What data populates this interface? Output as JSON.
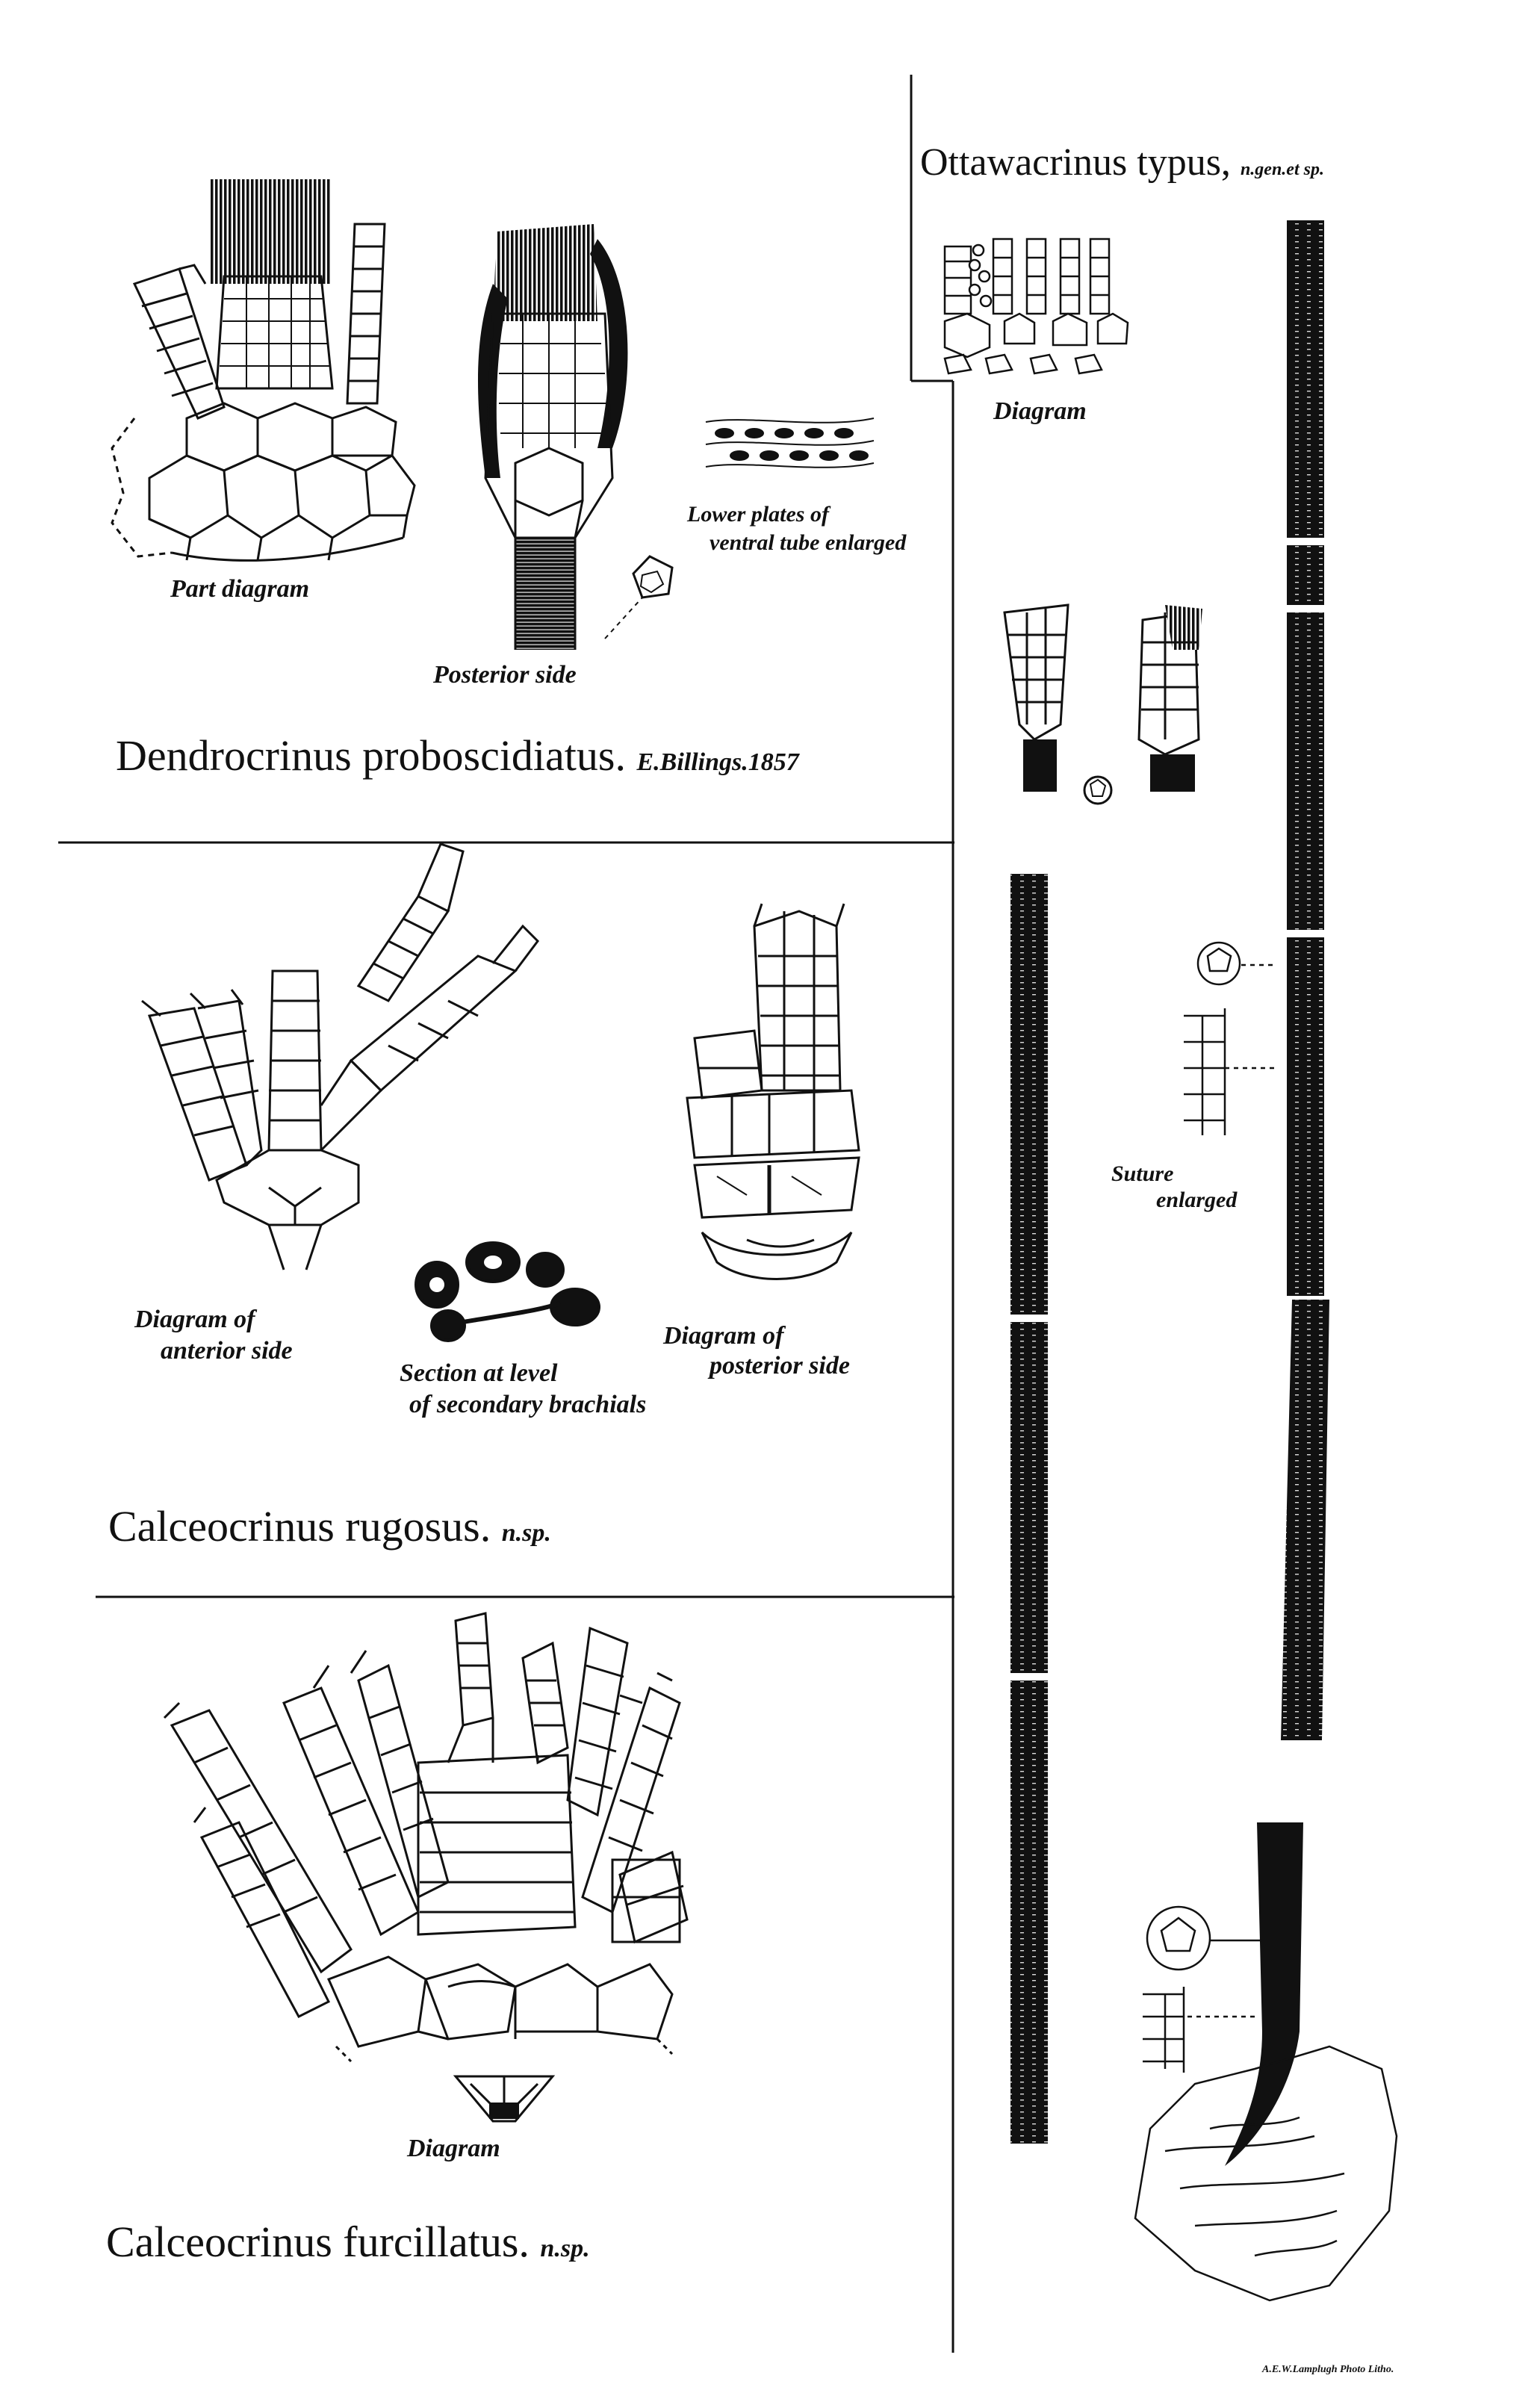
{
  "plate": {
    "dendrocrinus": {
      "label_part": "Part diagram",
      "label_posterior": "Posterior side",
      "label_lower_1": "Lower plates of",
      "label_lower_2": "ventral tube enlarged",
      "title_name": "Dendrocrinus proboscidiatus.",
      "title_author": "E.Billings.1857"
    },
    "calceo_rugosus": {
      "label_anterior_1": "Diagram of",
      "label_anterior_2": "anterior side",
      "label_section_1": "Section at level",
      "label_section_2": "of secondary brachials",
      "label_posterior_1": "Diagram of",
      "label_posterior_2": "posterior side",
      "title_name": "Calceocrinus rugosus.",
      "title_abbrev": "n.sp."
    },
    "calceo_furcillatus": {
      "label_diagram": "Diagram",
      "title_name": "Calceocrinus furcillatus.",
      "title_abbrev": "n.sp."
    },
    "ottawacrinus": {
      "title_name": "Ottawacrinus typus,",
      "title_abbrev": "n.gen.et sp.",
      "label_diagram": "Diagram",
      "label_suture_1": "Suture",
      "label_suture_2": "enlarged"
    },
    "lithographer": "A.E.W.Lamplugh Photo Litho."
  }
}
